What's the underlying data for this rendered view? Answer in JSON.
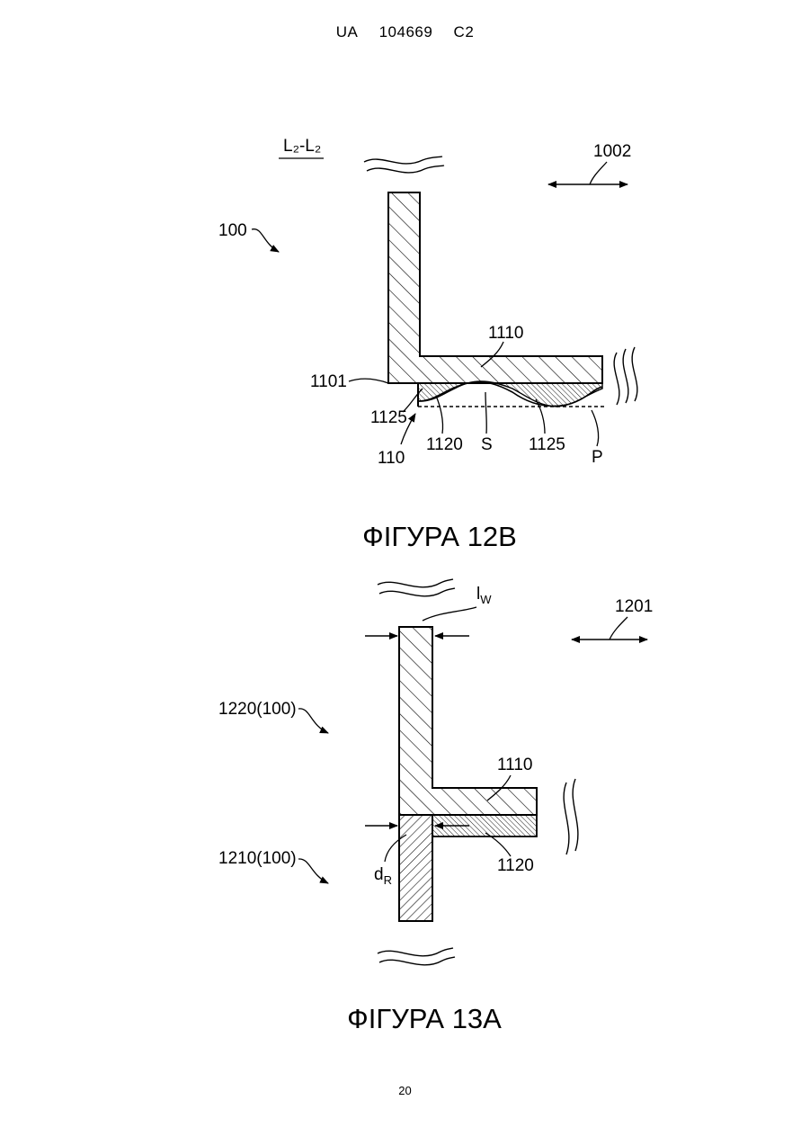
{
  "header": {
    "country": "UA",
    "number": "104669",
    "kind": "C2"
  },
  "figure_12b": {
    "section_label": "L₂-L₂",
    "labels": {
      "ref_100": "100",
      "ref_1002": "1002",
      "ref_1110": "1110",
      "ref_1101": "1101",
      "ref_1125_left": "1125",
      "ref_110": "110",
      "ref_1120": "1120",
      "ref_S": "S",
      "ref_1125_right": "1125",
      "ref_P": "P"
    },
    "caption": "ФІГУРА 12B"
  },
  "figure_13a": {
    "labels": {
      "ref_lw": "l",
      "ref_lw_sub": "W",
      "ref_1201": "1201",
      "ref_1220": "1220(100)",
      "ref_1110": "1110",
      "ref_1210": "1210(100)",
      "ref_dr": "d",
      "ref_dr_sub": "R",
      "ref_1120": "1120"
    },
    "caption": "ФІГУРА 13A"
  },
  "footer": {
    "page_number": "20"
  }
}
